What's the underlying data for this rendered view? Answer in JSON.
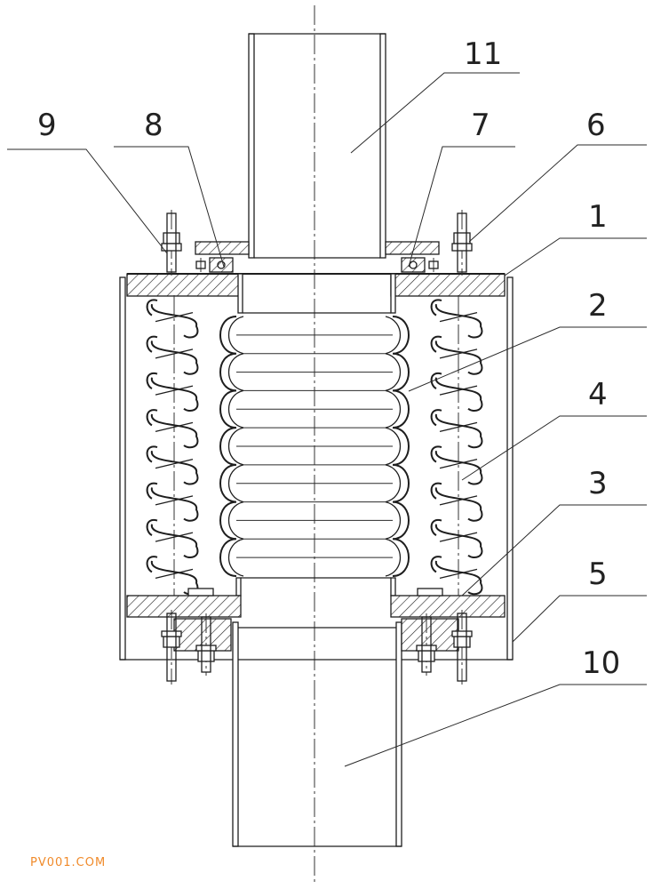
{
  "callouts": [
    {
      "id": "9",
      "text": "9"
    },
    {
      "id": "8",
      "text": "8"
    },
    {
      "id": "11",
      "text": "11"
    },
    {
      "id": "7",
      "text": "7"
    },
    {
      "id": "6",
      "text": "6"
    },
    {
      "id": "1",
      "text": "1"
    },
    {
      "id": "2",
      "text": "2"
    },
    {
      "id": "4",
      "text": "4"
    },
    {
      "id": "3",
      "text": "3"
    },
    {
      "id": "5",
      "text": "5"
    },
    {
      "id": "10",
      "text": "10"
    }
  ],
  "watermark": "PV001.COM",
  "colors": {
    "line": "#1e1e1e",
    "watermark": "#f08a2a"
  }
}
